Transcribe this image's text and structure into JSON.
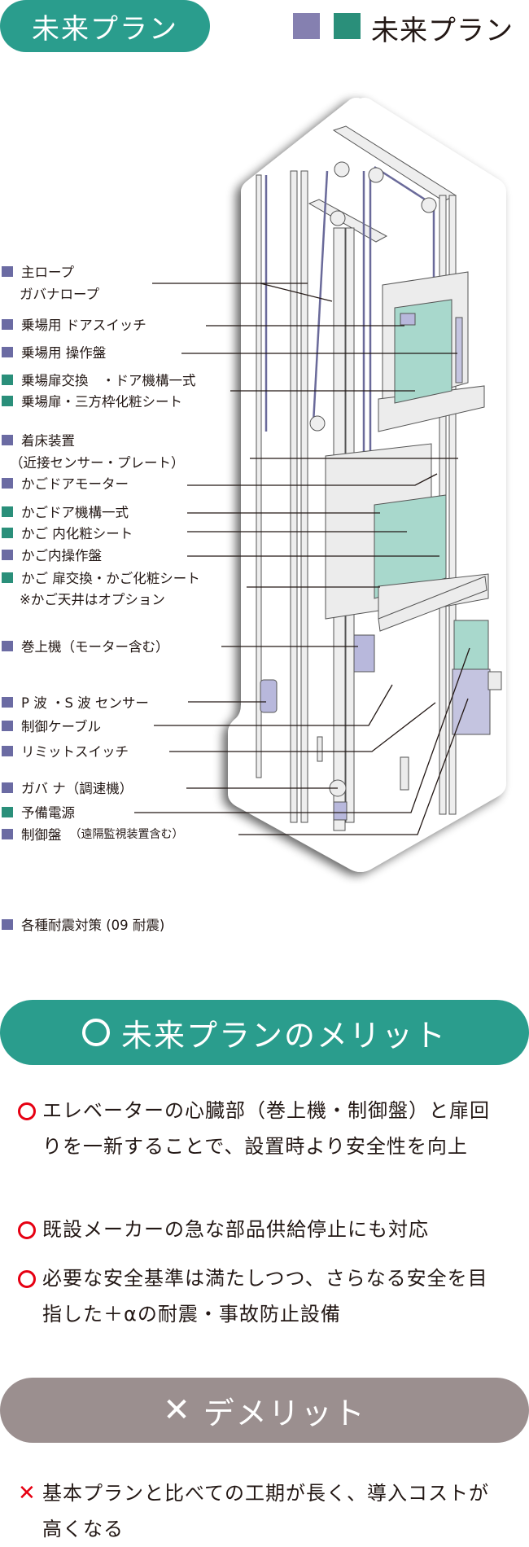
{
  "header": {
    "plan_title": "未来プラン",
    "legend_label": "未来プラン"
  },
  "colors": {
    "teal": "#2a9d8d",
    "purple": "#6b6ba3",
    "green": "#2a8f7a",
    "grey": "#9b8f8f",
    "red": "#e60012"
  },
  "labels": [
    {
      "text": "主ロープ",
      "marker": "purple"
    },
    {
      "text": "ガバナロープ",
      "marker": "none"
    },
    {
      "text": "乗場用 ドアスイッチ",
      "marker": "purple"
    },
    {
      "text": "乗場用 操作盤",
      "marker": "purple"
    },
    {
      "text": "乗場扉交換　・ドア機構一式",
      "marker": "green"
    },
    {
      "text": "乗場扉・三方枠化粧シート",
      "marker": "green"
    },
    {
      "text": "着床装置",
      "marker": "purple"
    },
    {
      "text": "（近接センサー・プレート）",
      "marker": "none"
    },
    {
      "text": "かごドアモーター",
      "marker": "purple"
    },
    {
      "text": "かごドア機構一式",
      "marker": "green"
    },
    {
      "text": "かご 内化粧シート",
      "marker": "green"
    },
    {
      "text": "かご内操作盤",
      "marker": "purple"
    },
    {
      "text": "かご 扉交換・かご化粧シート",
      "marker": "green"
    },
    {
      "text": "※かご天井はオプション",
      "marker": "none"
    },
    {
      "text": "巻上機（モーター含む）",
      "marker": "purple"
    },
    {
      "text": "P 波 ・S 波 センサー",
      "marker": "purple"
    },
    {
      "text": "制御ケーブル",
      "marker": "purple"
    },
    {
      "text": "リミットスイッチ",
      "marker": "purple"
    },
    {
      "text": "ガバ ナ（調速機）",
      "marker": "purple"
    },
    {
      "text": "予備電源",
      "marker": "green"
    },
    {
      "text": "制御盤",
      "marker": "purple",
      "note": "（遠隔監視装置含む）"
    },
    {
      "text": "各種耐震対策 (09 耐震)",
      "marker": "purple"
    }
  ],
  "merit": {
    "title": "未来プランのメリット",
    "icon": "circle-icon",
    "items": [
      "エレベーターの心臓部（巻上機・制御盤）と扉回りを一新することで、設置時より安全性を向上",
      "既設メーカーの急な部品供給停止にも対応",
      "必要な安全基準は満たしつつ、さらなる安全を目指した＋αの耐震・事故防止設備"
    ]
  },
  "demerit": {
    "title": "デメリット",
    "icon": "cross-icon",
    "items": [
      "基本プランと比べての工期が長く、導入コストが高くなる"
    ]
  }
}
